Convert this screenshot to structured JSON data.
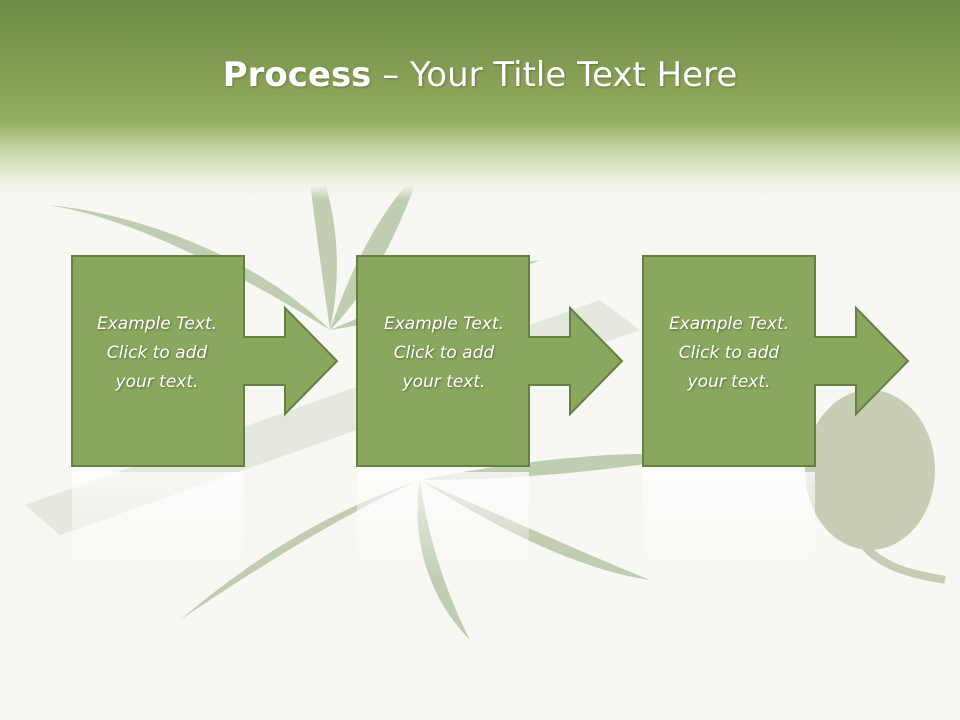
{
  "slide": {
    "title_strong": "Process",
    "title_rest": " – Your Title Text Here"
  },
  "colors": {
    "header_dark": "#6e8a44",
    "box_fill": "#8aa75e",
    "box_stroke": "#667f43",
    "leaf": "#9bb181"
  },
  "steps": [
    {
      "line1": "Example Text.",
      "line2": "Click  to add",
      "line3": "your text."
    },
    {
      "line1": "Example Text.",
      "line2": "Click  to add",
      "line3": "your text."
    },
    {
      "line1": "Example Text.",
      "line2": "Click  to add",
      "line3": "your text."
    }
  ],
  "icons": {
    "background": "cannabis-leaf-illustration",
    "step_shape": "right-arrow-callout"
  }
}
